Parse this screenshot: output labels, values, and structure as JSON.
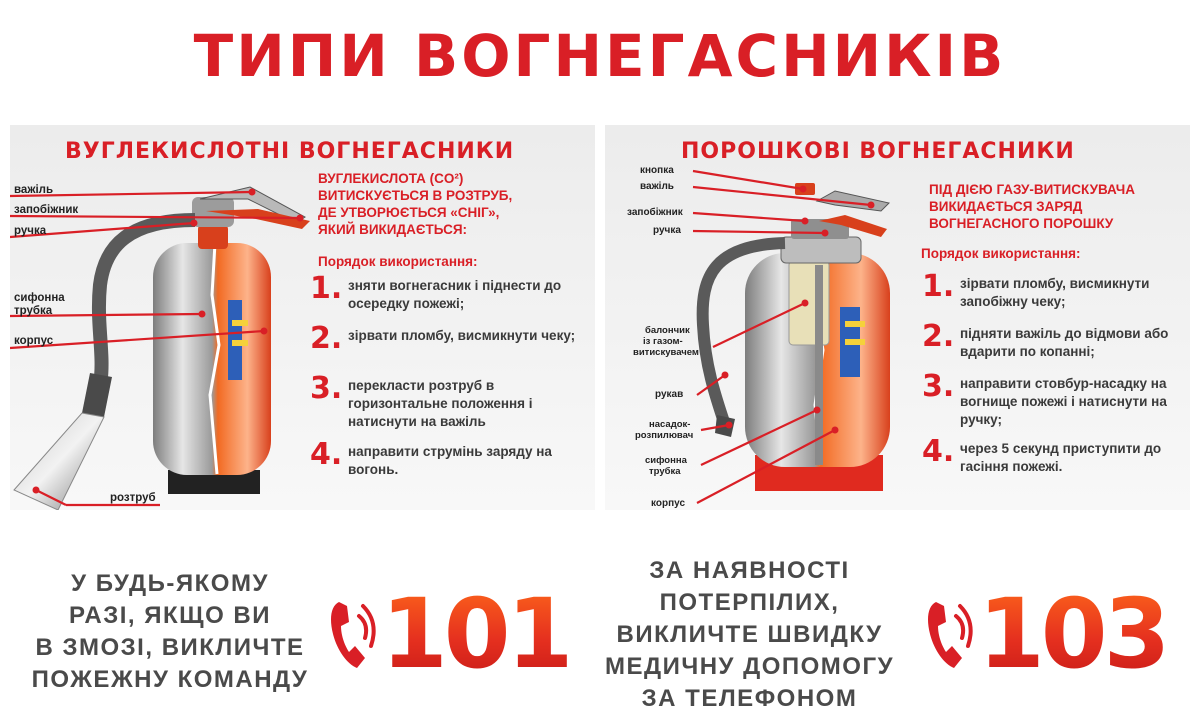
{
  "title": "ТИПИ ВОГНЕГАСНИКІВ",
  "co2": {
    "title": "ВУГЛЕКИСЛОТНІ ВОГНЕГАСНИКИ",
    "description": [
      "ВУГЛЕКИСЛОТА (CO²)",
      "ВИТИСКУЄТЬСЯ В РОЗТРУБ,",
      "ДЕ УТВОРЮЄТЬСЯ «СНІГ»,",
      "ЯКИЙ ВИКИДАЄТЬСЯ:"
    ],
    "usage_title": "Порядок використання:",
    "steps": [
      {
        "num": "1.",
        "text": "зняти вогнегасник і піднести до осередку пожежі;"
      },
      {
        "num": "2.",
        "text": "зірвати пломбу, висмикнути чеку;"
      },
      {
        "num": "3.",
        "text": "перекласти розтруб в горизонтальне положення і натиснути на важіль"
      },
      {
        "num": "4.",
        "text": "направити струмінь заряду на вогонь."
      }
    ],
    "labels": {
      "lever": "важіль",
      "safety": "запобіжник",
      "handle": "ручка",
      "siphon_1": "сифонна",
      "siphon_2": "трубка",
      "body": "корпус",
      "horn": "розтруб"
    }
  },
  "powder": {
    "title": "ПОРОШКОВІ ВОГНЕГАСНИКИ",
    "description": [
      "ПІД ДІЄЮ ГАЗУ-ВИТИСКУВАЧА",
      "ВИКИДАЄТЬСЯ ЗАРЯД",
      "ВОГНЕГАСНОГО ПОРОШКУ"
    ],
    "usage_title": "Порядок використання:",
    "steps": [
      {
        "num": "1.",
        "text": "зірвати пломбу, висмикнути запобіжну чеку;"
      },
      {
        "num": "2.",
        "text": "підняти важіль до відмови або вдарити по копанні;"
      },
      {
        "num": "3.",
        "text": "направити стовбур-насадку на вогнище пожежі і натиснути на ручку;"
      },
      {
        "num": "4.",
        "text": "через 5 секунд приступити до гасіння пожежі."
      }
    ],
    "labels": {
      "button": "кнопка",
      "lever": "важіль",
      "safety": "запобіжник",
      "handle": "ручка",
      "cartridge_1": "балончик",
      "cartridge_2": "із газом-",
      "cartridge_3": "витискувачем",
      "hose": "рукав",
      "nozzle_1": "насадок-",
      "nozzle_2": "розпилювач",
      "siphon_1": "сифонна",
      "siphon_2": "трубка",
      "body": "корпус"
    }
  },
  "footer": {
    "fire": {
      "text": [
        "У БУДЬ-ЯКОМУ",
        "РАЗІ, ЯКЩО ВИ",
        "В ЗМОЗІ, ВИКЛИЧТЕ",
        "ПОЖЕЖНУ КОМАНДУ"
      ],
      "number": "101"
    },
    "medical": {
      "text": [
        "ЗА НАЯВНОСТІ",
        "ПОТЕРПІЛИХ,",
        "ВИКЛИЧТЕ ШВИДКУ",
        "МЕДИЧНУ ДОПОМОГУ",
        "ЗА ТЕЛЕФОНОМ"
      ],
      "number": "103"
    }
  },
  "colors": {
    "accent": "#d91f26",
    "text_gray": "#4a4a4a",
    "panel_bg": "#efefef"
  },
  "icons": {
    "phone": "phone-handset-icon",
    "extinguisher": "fire-extinguisher-icon"
  }
}
